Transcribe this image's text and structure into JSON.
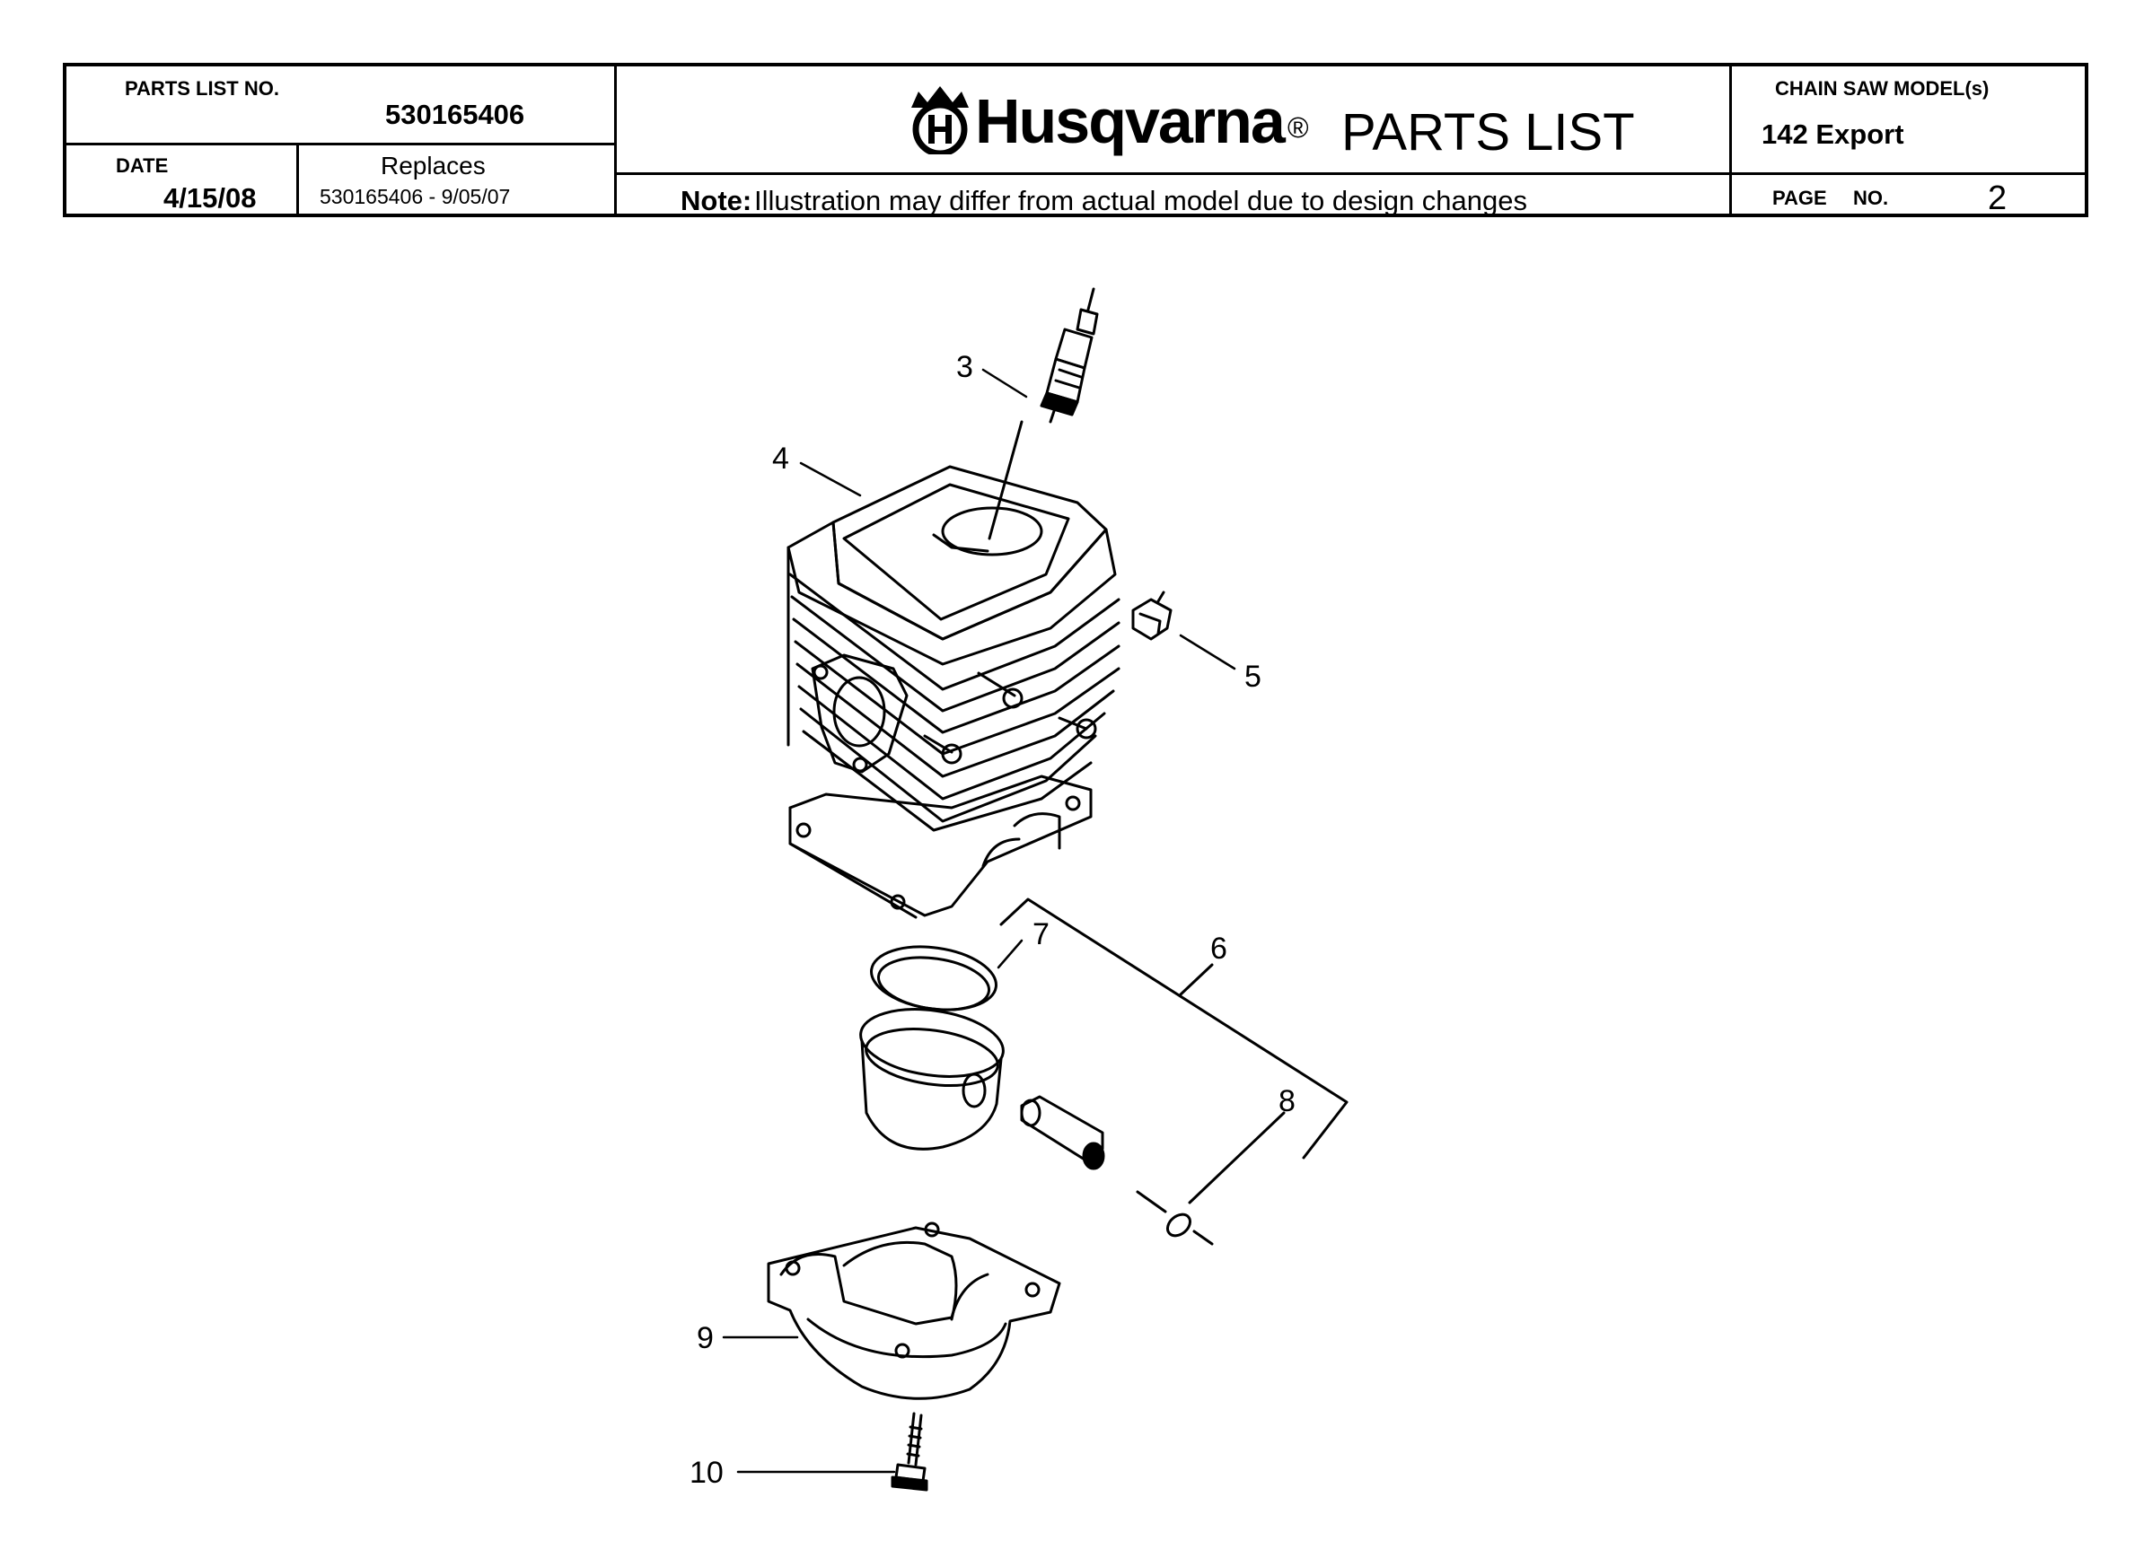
{
  "header": {
    "parts_list_label": "PARTS LIST NO.",
    "parts_list_no": "530165406",
    "date_label": "DATE",
    "date": "4/15/08",
    "replaces_label": "Replaces",
    "replaces": "530165406 - 9/05/07",
    "brand": "Husqvarna",
    "registered": "®",
    "title": "PARTS LIST",
    "note_label": "Note:",
    "note_text": " Illustration may differ from actual model due to design changes",
    "model_label": "CHAIN SAW MODEL(s)",
    "model": "142 Export",
    "page_label": "PAGE",
    "page_no_label": "NO.",
    "page_no": "2"
  },
  "callouts": [
    "3",
    "4",
    "5",
    "6",
    "7",
    "8",
    "9",
    "10"
  ],
  "colors": {
    "ink": "#000000",
    "paper": "#ffffff"
  },
  "icons": [
    "husqvarna-crown-logo-icon"
  ]
}
